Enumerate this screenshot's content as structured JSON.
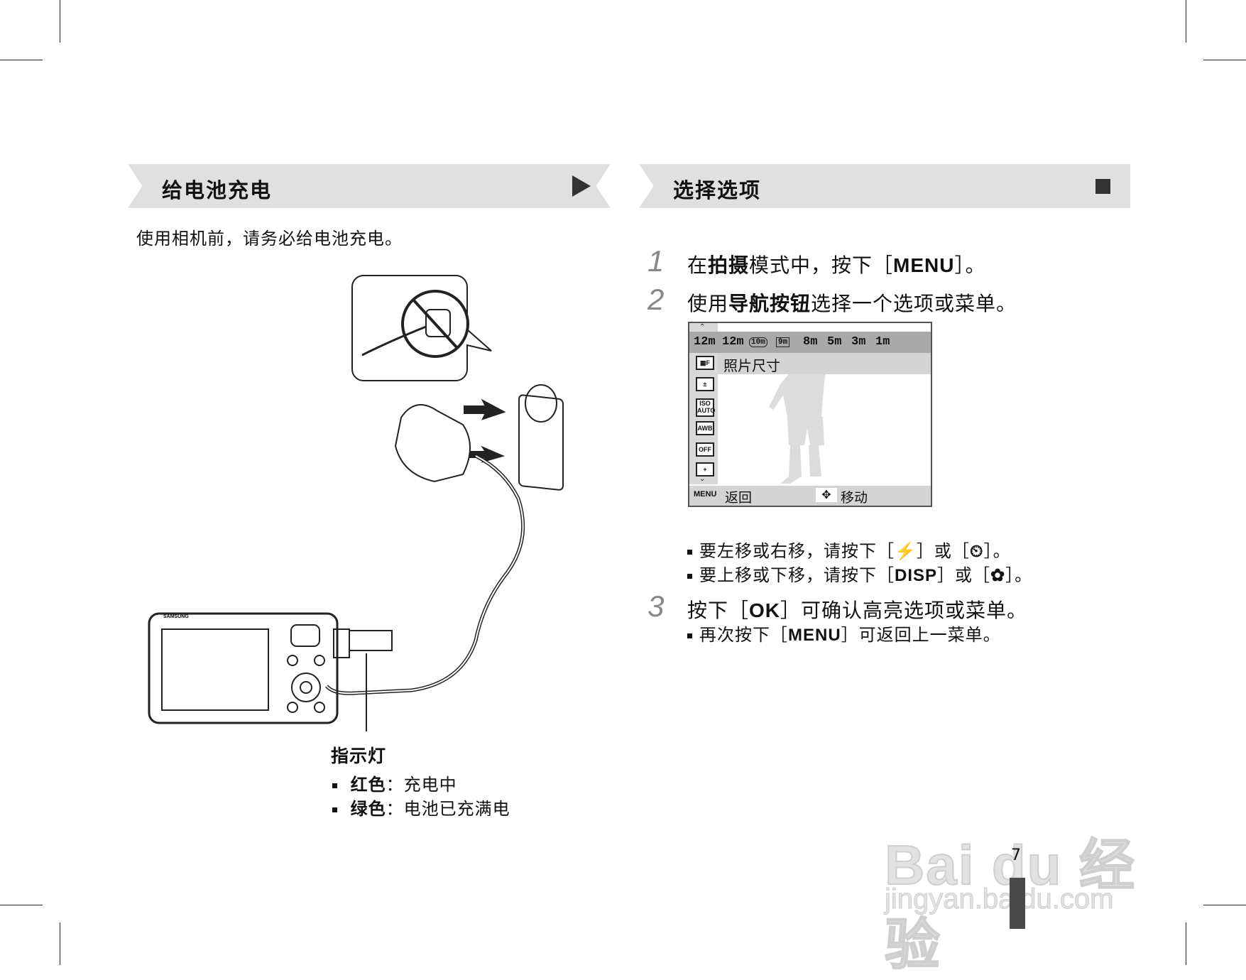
{
  "left": {
    "heading": "给电池充电",
    "intro": "使用相机前，请务必给电池充电。",
    "indicator": {
      "title": "指示灯",
      "items": [
        {
          "label": "红色",
          "sep": "：",
          "text": "充电中"
        },
        {
          "label": "绿色",
          "sep": "：",
          "text": "电池已充满电"
        }
      ]
    },
    "camera_brand": "SAMSUNG"
  },
  "right": {
    "heading": "选择选项",
    "steps": [
      {
        "num": "1",
        "pre": "在",
        "bold": "拍摄",
        "mid": "模式中，按下［",
        "key": "MENU",
        "post": "］。"
      },
      {
        "num": "2",
        "pre": "使用",
        "bold": "导航按钮",
        "post": "选择一个选项或菜单。"
      },
      {
        "num": "3",
        "pre": "按下［",
        "key": "OK",
        "post": "］可确认高亮选项或菜单。"
      }
    ],
    "bullets_step2": [
      {
        "pre": "要左移或右移，请按下［",
        "k1": "⚡",
        "mid": "］或［",
        "k2": "⏲",
        "post": "］。"
      },
      {
        "pre": "要上移或下移，请按下［",
        "k1": "DISP",
        "mid": "］或［",
        "k2": "✿",
        "post": "］。"
      }
    ],
    "bullet_step3": {
      "pre": "再次按下［",
      "key": "MENU",
      "post": "］可返回上一菜单。"
    },
    "screen": {
      "sizes": [
        "12m",
        "12m",
        "10m",
        "9m",
        "8m",
        "5m",
        "3m",
        "1m"
      ],
      "side_icons": [
        "12m",
        "▦F",
        "±",
        "ISO AUTO",
        "AWB",
        "OFF",
        "+"
      ],
      "label": "照片尺寸",
      "bottom_key": "MENU",
      "back": "返回",
      "move": "移动"
    }
  },
  "page_number": "7",
  "watermark": {
    "line1": "Bai du 经验",
    "line2": "jingyan.baidu.com"
  }
}
